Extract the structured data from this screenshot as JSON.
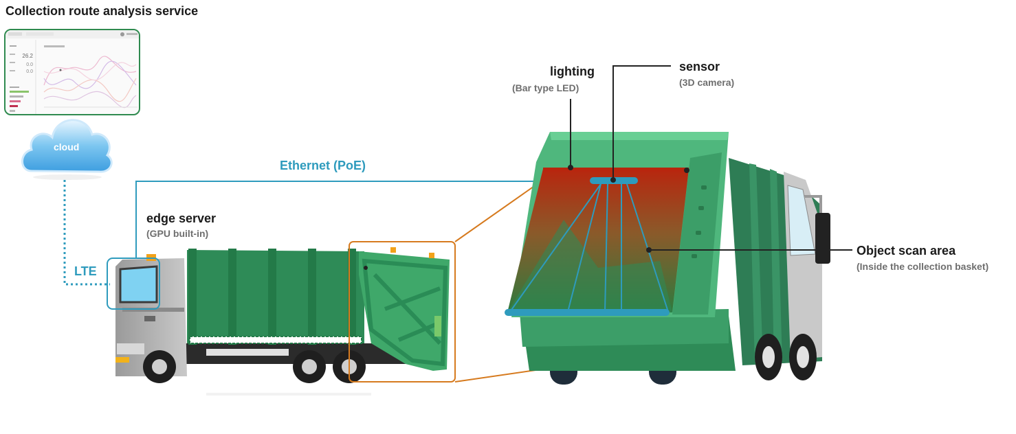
{
  "title": "Collection route analysis service",
  "cloud": {
    "label": "cloud"
  },
  "links": {
    "lte": "LTE",
    "ethernet": "Ethernet (PoE)"
  },
  "edge_server": {
    "label": "edge server",
    "sub": "(GPU built-in)"
  },
  "lighting": {
    "label": "lighting",
    "sub": "(Bar type LED)"
  },
  "sensor": {
    "label": "sensor",
    "sub": "(3D camera)"
  },
  "scan_area": {
    "label": "Object scan area",
    "sub": "(Inside the collection basket)"
  },
  "dashboard": {
    "values": [
      "26.2",
      "0.0",
      "0.0"
    ]
  },
  "colors": {
    "truck_green": "#2e8b57",
    "truck_light": "#58c08a",
    "link_blue": "#2e9bbd",
    "callout_orange": "#d67a1e",
    "scan_red": "#b22a12"
  }
}
